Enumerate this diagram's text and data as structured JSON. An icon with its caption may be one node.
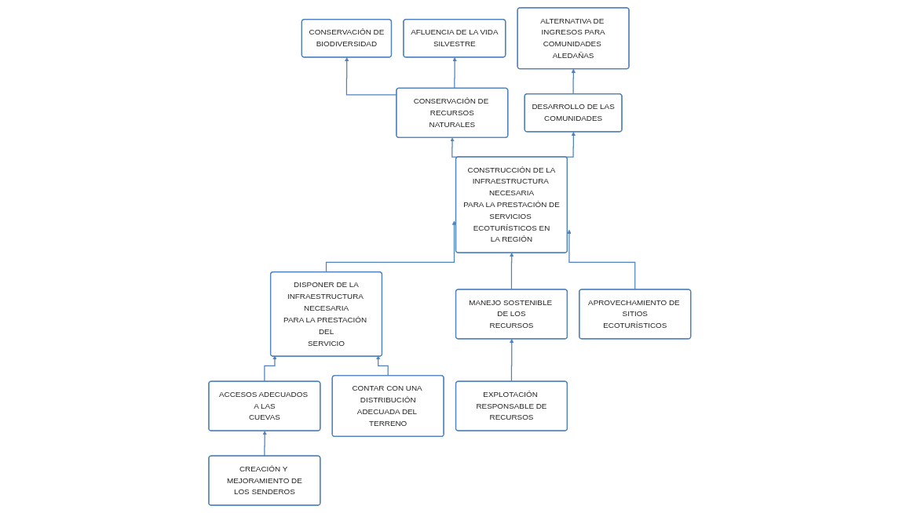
{
  "diagram": {
    "nodes": [
      {
        "text": [
          "CONSERVACIÓN DE BIODIVERSIDAD"
        ]
      },
      {
        "text": [
          "AFLUENCIA DE LA VIDA SILVESTRE"
        ]
      },
      {
        "text": [
          "ALTERNATIVA DE INGRESOS PARA COMUNIDADES ALEDAÑAS"
        ]
      },
      {
        "text": [
          "CONSERVACIÓN DE RECURSOS NATURALES"
        ]
      },
      {
        "text": [
          "DESARROLLO DE LAS COMUNIDADES"
        ]
      },
      {
        "text": [
          "CONSTRUCCIÓN DE LA INFRAESTRUCTURA NECESARIA PARA LA PRESTACIÓN DE SERVICIOS ECOTURÍSTICOS EN LA REGIÓN"
        ]
      },
      {
        "text": [
          "DISPONER DE LA INFRAESTRUCTURA NECESARIA PARA LA PRESTACIÓN DEL SERVICIO"
        ]
      },
      {
        "text": [
          "MANEJO SOSTENIBLE DE LOS RECURSOS"
        ]
      },
      {
        "text": [
          "APROVECHAMIENTO DE SITIOS ECOTURÍSTICOS"
        ]
      },
      {
        "text": [
          "ACCESOS ADECUADOS A LAS CUEVAS"
        ]
      },
      {
        "text": [
          "CONTAR CON UNA DISTRIBUCIÓN ADECUADA DEL TERRENO"
        ]
      },
      {
        "text": [
          "EXPLOTACIÓN RESPONSABLE DE RECURSOS"
        ]
      },
      {
        "text": [
          "CREACIÓN Y MEJORAMIENTO DE LOS SENDEROS"
        ]
      }
    ],
    "edges": [
      {
        "from": 3,
        "to": 0,
        "arrow": "to"
      },
      {
        "from": 3,
        "to": 1,
        "arrow": "to"
      },
      {
        "from": 4,
        "to": 2,
        "arrow": "to"
      },
      {
        "from": 5,
        "to": 3,
        "arrow": "to"
      },
      {
        "from": 5,
        "to": 4,
        "arrow": "to"
      },
      {
        "from": 6,
        "to": 5,
        "arrow": "to"
      },
      {
        "from": 7,
        "to": 5,
        "arrow": "to"
      },
      {
        "from": 8,
        "to": 5,
        "arrow": "to"
      },
      {
        "from": 9,
        "to": 6,
        "arrow": "to"
      },
      {
        "from": 10,
        "to": 6,
        "arrow": "to"
      },
      {
        "from": 11,
        "to": 7,
        "arrow": "to"
      },
      {
        "from": 12,
        "to": 9,
        "arrow": "to"
      }
    ]
  }
}
